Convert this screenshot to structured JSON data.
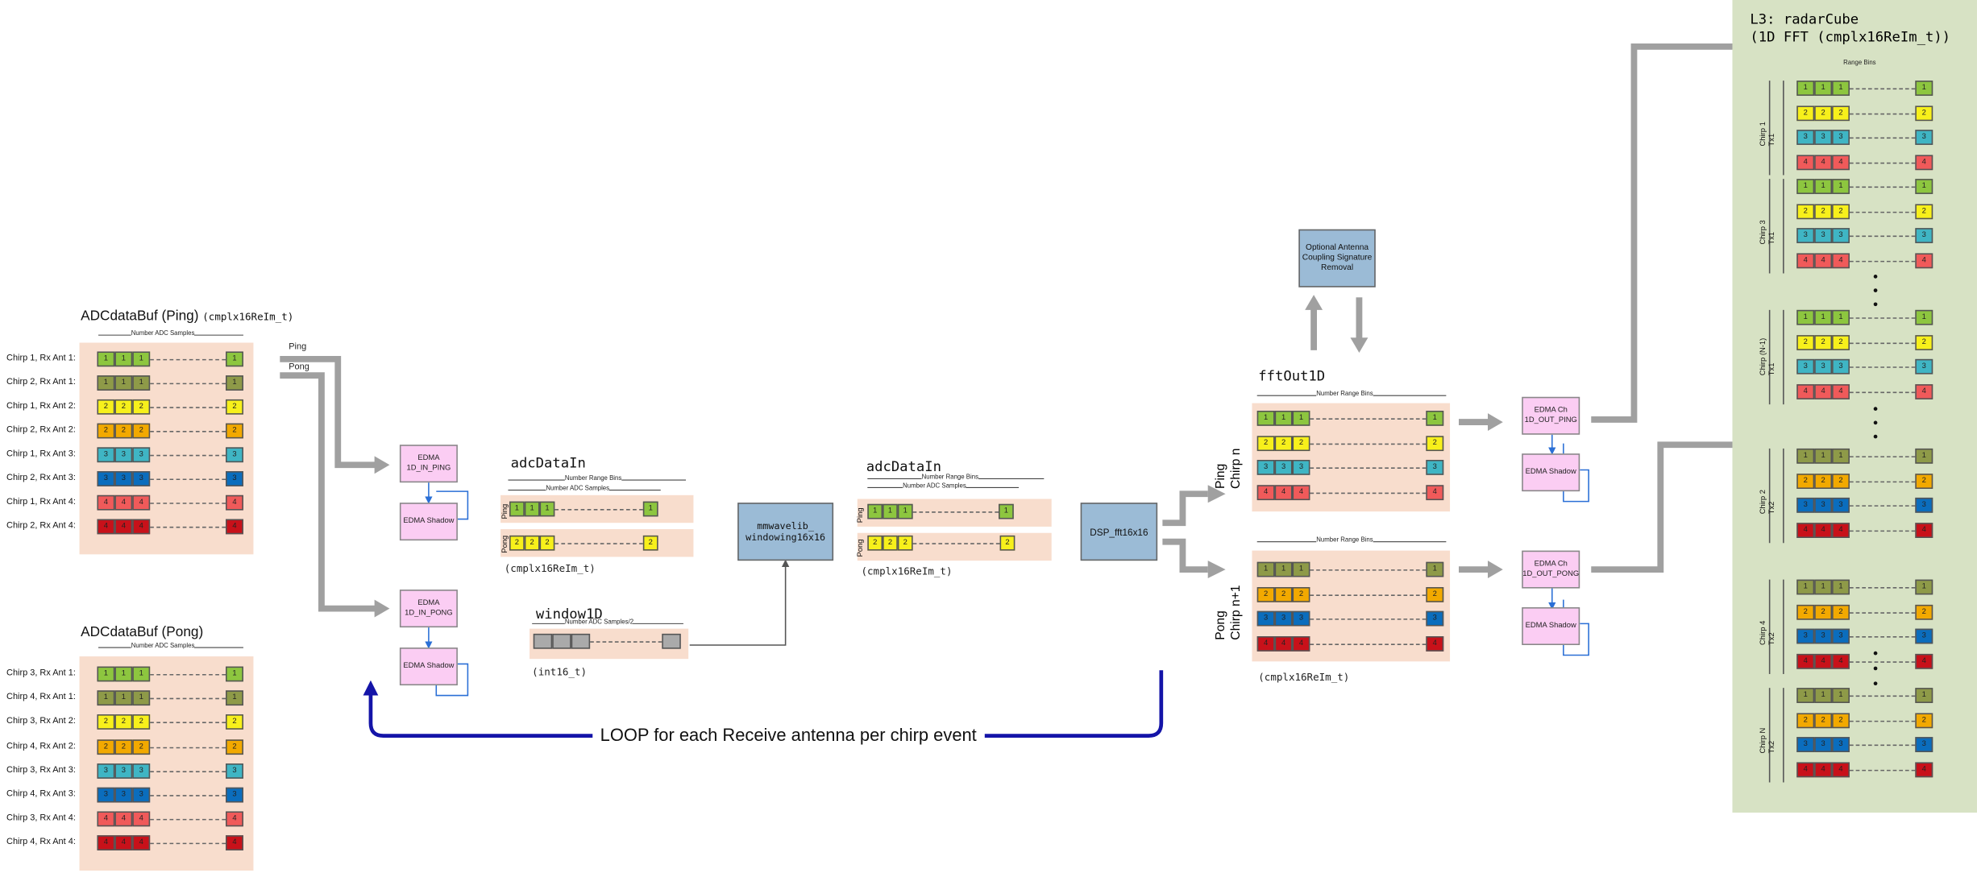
{
  "colors": {
    "c1": "#8dc63f",
    "c1dark": "#8e9a48",
    "c2": "#f7f01b",
    "c2dark": "#f2a900",
    "c3": "#3fb5c4",
    "c3dark": "#0b6dbd",
    "c4": "#f05a5a",
    "c4dark": "#c8111a",
    "panel": "#f8ddcd",
    "right_panel": "#d7e2c4",
    "edma": "#fbcdf3",
    "block": "#9bbbd6",
    "loop": "#1414a8",
    "arrow": "#a0a0a0"
  },
  "adc_ping": {
    "title": "ADCdataBuf (Ping)",
    "type": "(cmplx16ReIm_t)",
    "span": "Number ADC Samples",
    "rows": [
      {
        "label": "Chirp 1, Rx Ant 1:",
        "v": "1",
        "color": "c1"
      },
      {
        "label": "Chirp 2, Rx Ant 1:",
        "v": "1",
        "color": "c1dark"
      },
      {
        "label": "Chirp 1, Rx Ant 2:",
        "v": "2",
        "color": "c2"
      },
      {
        "label": "Chirp 2, Rx Ant 2:",
        "v": "2",
        "color": "c2dark"
      },
      {
        "label": "Chirp 1, Rx Ant 3:",
        "v": "3",
        "color": "c3"
      },
      {
        "label": "Chirp 2, Rx Ant 3:",
        "v": "3",
        "color": "c3dark"
      },
      {
        "label": "Chirp 1, Rx Ant 4:",
        "v": "4",
        "color": "c4"
      },
      {
        "label": "Chirp 2, Rx Ant 4:",
        "v": "4",
        "color": "c4dark"
      }
    ]
  },
  "adc_pong": {
    "title": "ADCdataBuf (Pong)",
    "span": "Number ADC Samples",
    "rows": [
      {
        "label": "Chirp 3, Rx Ant 1:",
        "v": "1",
        "color": "c1"
      },
      {
        "label": "Chirp 4, Rx Ant 1:",
        "v": "1",
        "color": "c1dark"
      },
      {
        "label": "Chirp 3, Rx Ant 2:",
        "v": "2",
        "color": "c2"
      },
      {
        "label": "Chirp 4, Rx Ant 2:",
        "v": "2",
        "color": "c2dark"
      },
      {
        "label": "Chirp 3, Rx Ant 3:",
        "v": "3",
        "color": "c3"
      },
      {
        "label": "Chirp 4, Rx Ant 3:",
        "v": "3",
        "color": "c3dark"
      },
      {
        "label": "Chirp 3, Rx Ant 4:",
        "v": "4",
        "color": "c4"
      },
      {
        "label": "Chirp 4, Rx Ant 4:",
        "v": "4",
        "color": "c4dark"
      }
    ]
  },
  "arrows": {
    "ping": "Ping",
    "pong": "Pong"
  },
  "edma_in_ping": {
    "main": "EDMA 1D_IN_PING",
    "shadow": "EDMA Shadow"
  },
  "edma_in_pong": {
    "main": "EDMA 1D_IN_PONG",
    "shadow": "EDMA Shadow"
  },
  "adc_in_1": {
    "title": "adcDataIn",
    "span1": "Number Range Bins",
    "span2": "Number ADC Samples",
    "ping": "Ping",
    "pong": "Pong",
    "type": "(cmplx16ReIm_t)"
  },
  "window": {
    "title": "window1D",
    "span": "Number ADC Samples/2",
    "type": "(int16_t)"
  },
  "mmwavelib": {
    "line1": "mmwavelib_",
    "line2": "windowing16x16"
  },
  "adc_in_2": {
    "title": "adcDataIn",
    "span1": "Number Range Bins",
    "span2": "Number ADC Samples",
    "ping": "Ping",
    "pong": "Pong",
    "type": "(cmplx16ReIm_t)"
  },
  "dsp_fft": "DSP_fft16x16",
  "loop_text": "LOOP for each Receive antenna per chirp event",
  "coupling": "Optional Antenna Coupling Signature Removal",
  "fft_out": {
    "title": "fftOut1D",
    "span": "Number Range Bins",
    "span2": "Number Range Bins",
    "ping_label1": "Ping",
    "ping_label2": "Chirp n",
    "pong_label1": "Pong",
    "pong_label2": "Chirp n+1",
    "type": "(cmplx16ReIm_t)"
  },
  "edma_out_ping": {
    "main": "EDMA Ch 1D_OUT_PING",
    "shadow": "EDMA Shadow"
  },
  "edma_out_pong": {
    "main": "EDMA Ch 1D_OUT_PONG",
    "shadow": "EDMA Shadow"
  },
  "radar": {
    "title1": "L3: radarCube",
    "title2": "(1D FFT (cmplx16ReIm_t))",
    "span": "Range Bins",
    "groups": [
      {
        "l1": "Chirp 1",
        "l2": "Tx1"
      },
      {
        "l1": "Chirp 3",
        "l2": "Tx1"
      },
      {
        "l1": "Chirp (N-1)",
        "l2": "Tx1"
      },
      {
        "l1": "Chirp 2",
        "l2": "Tx2"
      },
      {
        "l1": "Chirp 4",
        "l2": "Tx2"
      },
      {
        "l1": "Chirp N",
        "l2": "Tx2"
      }
    ]
  }
}
